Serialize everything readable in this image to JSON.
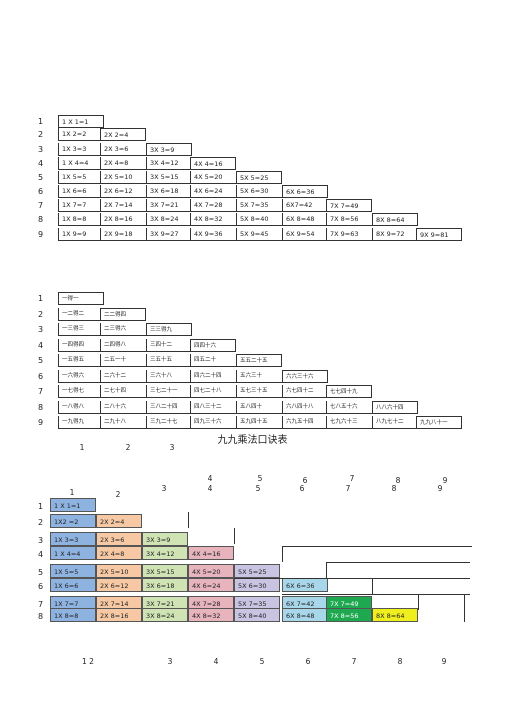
{
  "table1": {
    "rows": [
      [
        "1 X 1=1"
      ],
      [
        "1X 2=2",
        "2X 2=4"
      ],
      [
        "1X 3=3",
        "2X 3=6",
        "3X 3=9"
      ],
      [
        "1 X 4=4",
        "2X 4=8",
        "3X 4=12",
        "4X 4=16"
      ],
      [
        "1X 5=5",
        "2X 5=10",
        "3X 5=15",
        "4X 5=20",
        "5X 5=25"
      ],
      [
        "1X 6=6",
        "2X 6=12",
        "3X 6=18",
        "4X 6=24",
        "5X 6=30",
        "6X 6=36"
      ],
      [
        "1X 7=7",
        "2X 7=14",
        "3X 7=21",
        "4X 7=28",
        "5X 7=35",
        "6X7=42",
        "7X 7=49"
      ],
      [
        "1X 8=8",
        "2X 8=16",
        "3X 8=24",
        "4X 8=32",
        "5X 8=40",
        "6X 8=48",
        "7X 8=56",
        "8X 8=64"
      ],
      [
        "1X 9=9",
        "2X 9=18",
        "3X 9=27",
        "4X 9=36",
        "5X 9=45",
        "6X 9=54",
        "7X 9=63",
        "8X 9=72",
        "9X 9=81"
      ]
    ]
  },
  "table2": {
    "rows": [
      [
        "一得一"
      ],
      [
        "一二得二",
        "二二得四"
      ],
      [
        "一三得三",
        "二三得六",
        "三三得九"
      ],
      [
        "一四得四",
        "二四得八",
        "三四十二",
        "四四十六"
      ],
      [
        "一五得五",
        "二五一十",
        "三五十五",
        "四五二十",
        "五五二十五"
      ],
      [
        "一六得六",
        "二六十二",
        "三六十八",
        "四六二十四",
        "五六三十",
        "六六三十六"
      ],
      [
        "一七得七",
        "二七十四",
        "三七二十一",
        "四七二十八",
        "五七三十五",
        "六七四十二",
        "七七四十九"
      ],
      [
        "一八得八",
        "二八十六",
        "三八二十四",
        "四八三十二",
        "五八四十",
        "六八四十八",
        "七八五十六",
        "八八六十四"
      ],
      [
        "一九得九",
        "二九十八",
        "三九二十七",
        "四九三十六",
        "五九四十五",
        "六九五十四",
        "七九六十三",
        "八九七十二",
        "九九八十一"
      ]
    ],
    "col_labels": [
      "1",
      "2",
      "3"
    ]
  },
  "title": "九九乘法口诀表",
  "table3": {
    "rows": [
      [
        "1 X 1=1"
      ],
      [
        "1X2 =2",
        "2X 2=4"
      ],
      [
        "1X 3=3",
        "2X 3=6",
        "3X 3=9"
      ],
      [
        "1 X 4=4",
        "2X 4=8",
        "3X 4=12",
        "4X 4=16"
      ],
      [
        "1X 5=5",
        "2X 5=10",
        "3X 5=15",
        "4X 5=20",
        "5X 5=25"
      ],
      [
        "1X 6=6",
        "2X 6=12",
        "3X 6=18",
        "4X 6=24",
        "5X 6=30",
        "6X 6=36"
      ],
      [
        "1X 7=7",
        "2X 7=14",
        "3X 7=21",
        "4X 7=28",
        "5X 7=35",
        "6X 7=42",
        "7X 7=49"
      ],
      [
        "1X 8=8",
        "2X 8=16",
        "3X 8=24",
        "4X 8=32",
        "5X 8=40",
        "6X 8=48",
        "7X 8=56",
        "8X 8=64"
      ]
    ],
    "row_labels": [
      "1",
      "2",
      "3",
      "4",
      "5",
      "6",
      "7",
      "8"
    ],
    "top_labels_a": [
      "1",
      "2",
      "3",
      "4",
      "5",
      "6",
      "7",
      "8",
      "9"
    ],
    "top_labels_b": [
      "4",
      "5",
      "6",
      "7",
      "8",
      "9"
    ],
    "bottom_labels": [
      "1 2",
      "3",
      "4",
      "5",
      "6",
      "7",
      "8",
      "9"
    ],
    "col_colors": [
      "#8fb3e0",
      "#f6c9a4",
      "#cfe3b4",
      "#e7b4bd",
      "#c9c4e2",
      "#a9d7ea",
      "#1ea84f",
      "#f0ef1e"
    ]
  }
}
